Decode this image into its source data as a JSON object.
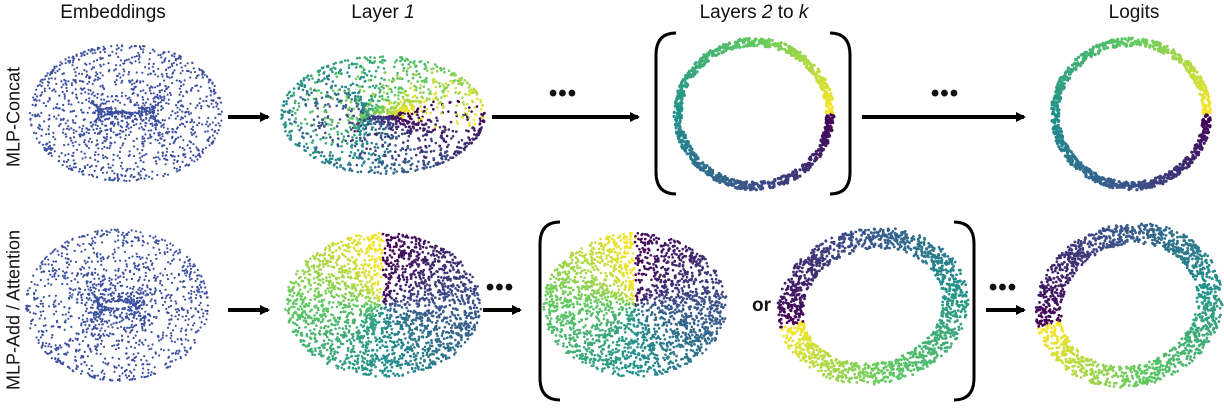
{
  "headers": {
    "embeddings": "Embeddings",
    "layer1_prefix": "Layer ",
    "layer1_num": "1",
    "layers_prefix": "Layers ",
    "layers_from": "2",
    "layers_mid": " to ",
    "layers_to": "k",
    "logits": "Logits"
  },
  "rows": {
    "top_label": "MLP-Concat",
    "bottom_label": "MLP-Add / Attention"
  },
  "ellipsis": "•••",
  "or_label": "or",
  "colors": {
    "embedding_points": "#3b4fa0",
    "colormap": [
      "#440154",
      "#3b528b",
      "#21918c",
      "#5ec962",
      "#fde725"
    ],
    "arrow": "#000000"
  }
}
